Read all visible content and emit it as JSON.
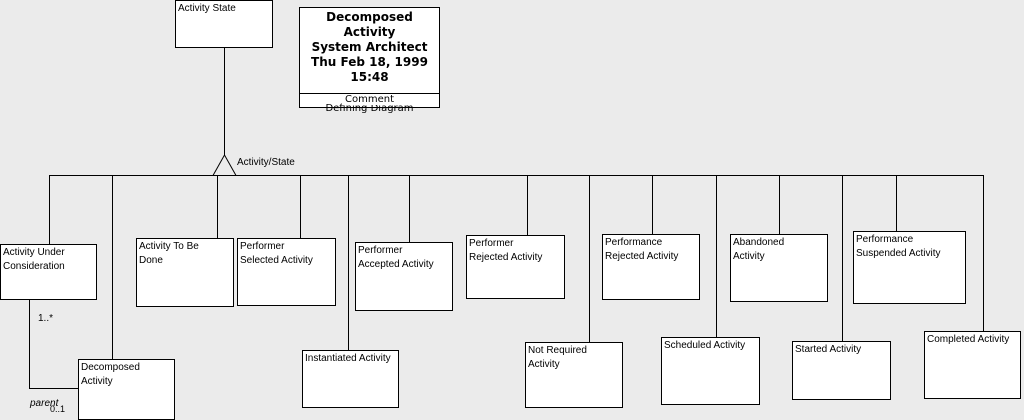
{
  "diagram": {
    "root_box": {
      "label": "Activity State"
    },
    "info_box": {
      "title": "Decomposed Activity",
      "author": "System Architect",
      "date": "Thu Feb 18, 1999",
      "time": "15:48",
      "comment_label": "Comment",
      "diagram_label": "Defining Diagram"
    },
    "generalization_label": "Activity/State",
    "subtypes": [
      {
        "id": "activity-under-consideration",
        "label": "Activity Under\nConsideration"
      },
      {
        "id": "decomposed-activity",
        "label": "Decomposed\nActivity"
      },
      {
        "id": "activity-to-be-done",
        "label": "Activity To Be\nDone"
      },
      {
        "id": "performer-selected-activity",
        "label": "Performer\nSelected Activity"
      },
      {
        "id": "instantiated-activity",
        "label": "Instantiated Activity"
      },
      {
        "id": "performer-accepted-activity",
        "label": "Performer\nAccepted Activity"
      },
      {
        "id": "performer-rejected-activity",
        "label": "Performer\nRejected Activity"
      },
      {
        "id": "not-required-activity",
        "label": "Not Required\nActivity"
      },
      {
        "id": "performance-rejected-activity",
        "label": "Performance\nRejected Activity"
      },
      {
        "id": "scheduled-activity",
        "label": "Scheduled Activity"
      },
      {
        "id": "abandoned-activity",
        "label": "Abandoned\nActivity"
      },
      {
        "id": "started-activity",
        "label": "Started Activity"
      },
      {
        "id": "performance-suspended-activity",
        "label": "Performance\nSuspended Activity"
      },
      {
        "id": "completed-activity",
        "label": "Completed Activity"
      }
    ],
    "association": {
      "multiplicity": "1..*",
      "role": "parent",
      "role_multiplicity": "0..1"
    }
  }
}
